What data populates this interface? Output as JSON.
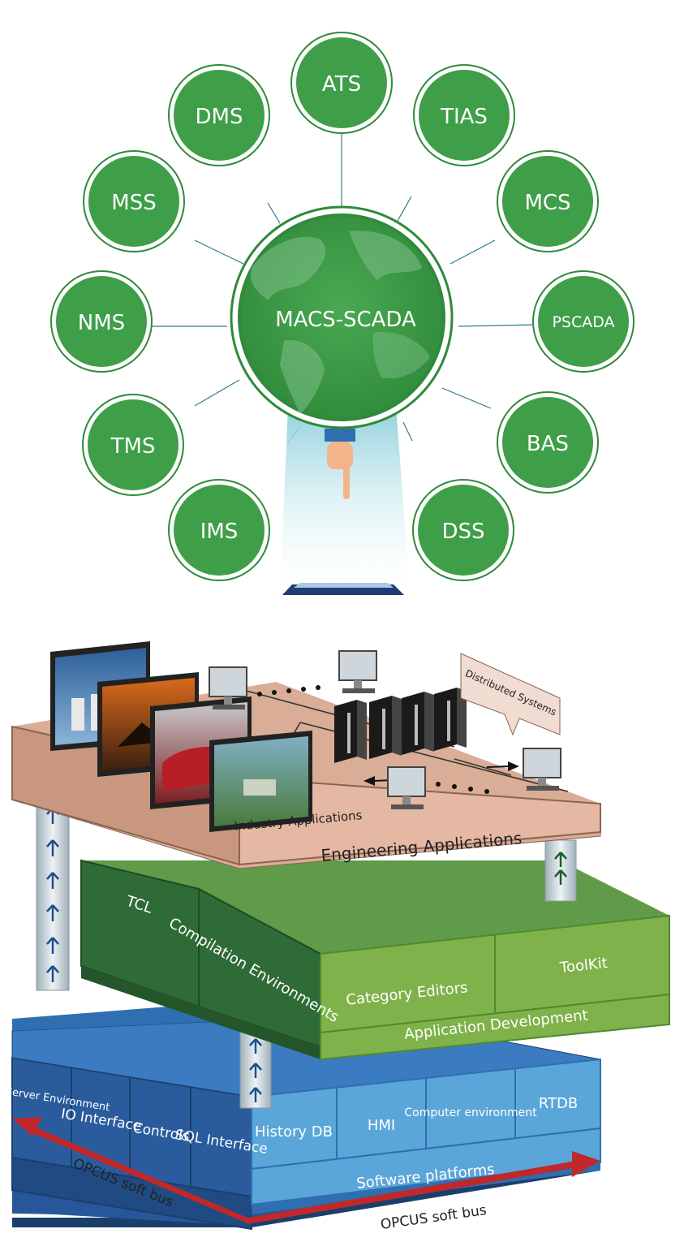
{
  "hub": {
    "label": "MACS-SCADA"
  },
  "subsystems": [
    {
      "label": "ATS"
    },
    {
      "label": "TIAS"
    },
    {
      "label": "MCS"
    },
    {
      "label": "PSCADA"
    },
    {
      "label": "BAS"
    },
    {
      "label": "DSS"
    },
    {
      "label": "IMS"
    },
    {
      "label": "TMS"
    },
    {
      "label": "NMS"
    },
    {
      "label": "MSS"
    },
    {
      "label": "DMS"
    }
  ],
  "architecture": {
    "top_layer": {
      "label": "Engineering Applications",
      "industry_label": "Industry Applications",
      "callout": "Distributed Systems"
    },
    "middle_layer": {
      "label": "Application Development",
      "blocks": [
        "TCL",
        "Compilation Environments",
        "Category Editors",
        "ToolKit"
      ]
    },
    "bottom_layer": {
      "label": "Software platforms",
      "left_blocks": [
        "Event Server Environment",
        "IO Interface",
        "Controls",
        "SQL Interface"
      ],
      "front_blocks": [
        "History DB",
        "HMI",
        "Computer environment",
        "RTDB"
      ]
    },
    "bus_left": "OPCUS soft bus",
    "bus_right": "OPCUS soft bus"
  },
  "colors": {
    "green": "#3f9e48",
    "dark_green": "#2f6b36",
    "light_green": "#7fb24a",
    "tan": "#d9ad96",
    "blue": "#2f6fb1",
    "light_blue": "#5aa6d8",
    "red": "#c0282a"
  }
}
